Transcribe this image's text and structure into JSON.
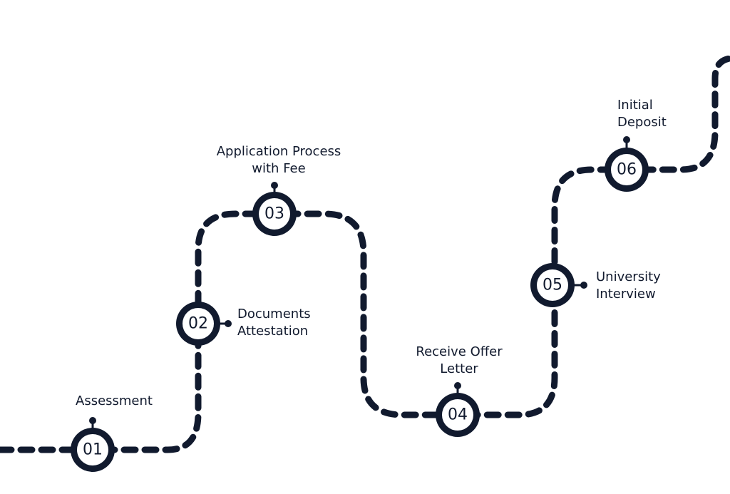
{
  "colors": {
    "ink": "#111a2e",
    "background": "#ffffff"
  },
  "steps": [
    {
      "number": "01",
      "lines": [
        "Assessment"
      ]
    },
    {
      "number": "02",
      "lines": [
        "Documents",
        "Attestation"
      ]
    },
    {
      "number": "03",
      "lines": [
        "Application Process",
        "with Fee"
      ]
    },
    {
      "number": "04",
      "lines": [
        "Receive Offer",
        "Letter"
      ]
    },
    {
      "number": "05",
      "lines": [
        "University",
        "Interview"
      ]
    },
    {
      "number": "06",
      "lines": [
        "Initial",
        "Deposit"
      ]
    }
  ]
}
